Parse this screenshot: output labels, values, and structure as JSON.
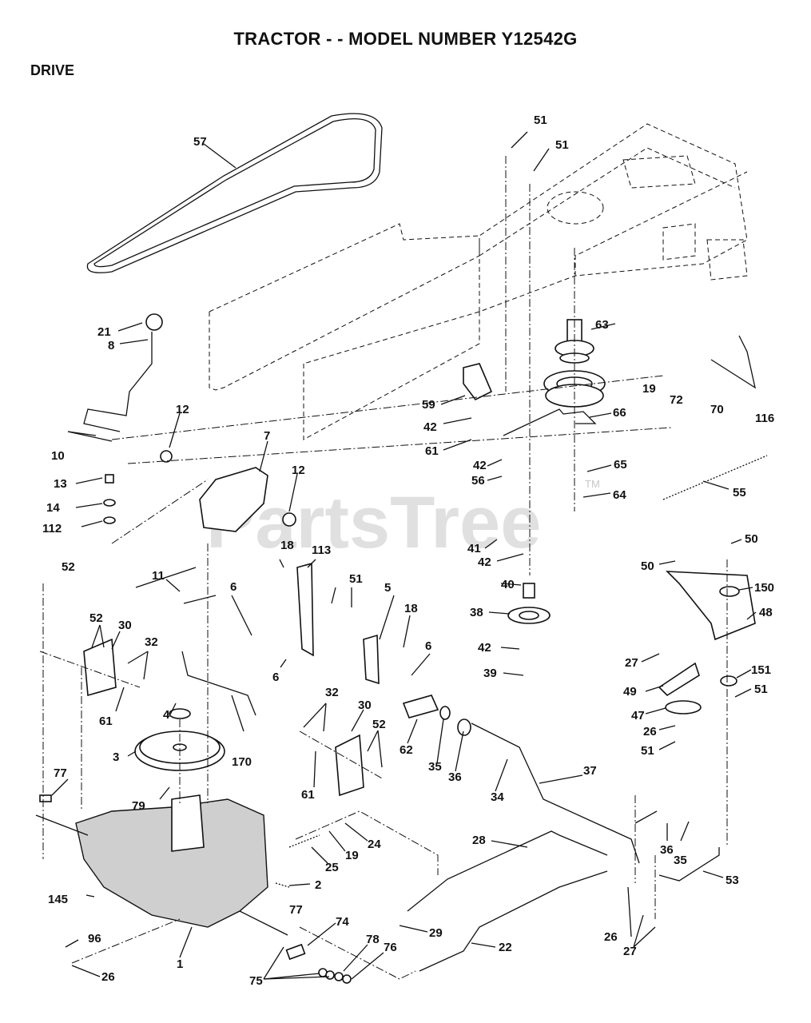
{
  "header": {
    "title": "TRACTOR - - MODEL NUMBER Y12542G",
    "section": "DRIVE"
  },
  "watermark": {
    "text": "PartsTree",
    "tm": "TM"
  },
  "callouts": [
    {
      "id": "57"
    },
    {
      "id": "51a"
    },
    {
      "id": "51b"
    },
    {
      "id": "21"
    },
    {
      "id": "8"
    },
    {
      "id": "63"
    },
    {
      "id": "19"
    },
    {
      "id": "72"
    },
    {
      "id": "70"
    },
    {
      "id": "116"
    },
    {
      "id": "12"
    },
    {
      "id": "7"
    },
    {
      "id": "10"
    },
    {
      "id": "59"
    },
    {
      "id": "66"
    },
    {
      "id": "42"
    },
    {
      "id": "61"
    },
    {
      "id": "13"
    },
    {
      "id": "14"
    },
    {
      "id": "112"
    },
    {
      "id": "65"
    },
    {
      "id": "64"
    },
    {
      "id": "55"
    },
    {
      "id": "56"
    },
    {
      "id": "41"
    },
    {
      "id": "50"
    },
    {
      "id": "150"
    },
    {
      "id": "48"
    },
    {
      "id": "52"
    },
    {
      "id": "30"
    },
    {
      "id": "32"
    },
    {
      "id": "11"
    },
    {
      "id": "6"
    },
    {
      "id": "18"
    },
    {
      "id": "113"
    },
    {
      "id": "5"
    },
    {
      "id": "40"
    },
    {
      "id": "38"
    },
    {
      "id": "39"
    },
    {
      "id": "27"
    },
    {
      "id": "151"
    },
    {
      "id": "49"
    },
    {
      "id": "47"
    },
    {
      "id": "26"
    },
    {
      "id": "4"
    },
    {
      "id": "3"
    },
    {
      "id": "170"
    },
    {
      "id": "62"
    },
    {
      "id": "35"
    },
    {
      "id": "36"
    },
    {
      "id": "34"
    },
    {
      "id": "37"
    },
    {
      "id": "77"
    },
    {
      "id": "79"
    },
    {
      "id": "24"
    },
    {
      "id": "19b"
    },
    {
      "id": "25"
    },
    {
      "id": "2"
    },
    {
      "id": "28"
    },
    {
      "id": "53"
    },
    {
      "id": "145"
    },
    {
      "id": "29"
    },
    {
      "id": "22"
    },
    {
      "id": "96"
    },
    {
      "id": "1"
    },
    {
      "id": "74"
    },
    {
      "id": "78"
    },
    {
      "id": "76"
    },
    {
      "id": "75"
    }
  ],
  "labels": {
    "c57": "57",
    "c51": "51",
    "c21": "21",
    "c8": "8",
    "c63": "63",
    "c19": "19",
    "c72": "72",
    "c70": "70",
    "c116": "116",
    "c12": "12",
    "c7": "7",
    "c10": "10",
    "c59": "59",
    "c66": "66",
    "c42": "42",
    "c61": "61",
    "c13": "13",
    "c14": "14",
    "c112": "112",
    "c65": "65",
    "c64": "64",
    "c55": "55",
    "c56": "56",
    "c41": "41",
    "c50": "50",
    "c150": "150",
    "c48": "48",
    "c52": "52",
    "c30": "30",
    "c32": "32",
    "c11": "11",
    "c6": "6",
    "c18": "18",
    "c113": "113",
    "c5": "5",
    "c40": "40",
    "c38": "38",
    "c39": "39",
    "c27": "27",
    "c151": "151",
    "c49": "49",
    "c47": "47",
    "c26": "26",
    "c4": "4",
    "c3": "3",
    "c170": "170",
    "c62": "62",
    "c35": "35",
    "c36": "36",
    "c34": "34",
    "c37": "37",
    "c77": "77",
    "c79": "79",
    "c24": "24",
    "c25": "25",
    "c2": "2",
    "c28": "28",
    "c53": "53",
    "c145": "145",
    "c29": "29",
    "c22": "22",
    "c96": "96",
    "c1": "1",
    "c74": "74",
    "c78": "78",
    "c76": "76",
    "c75": "75"
  }
}
